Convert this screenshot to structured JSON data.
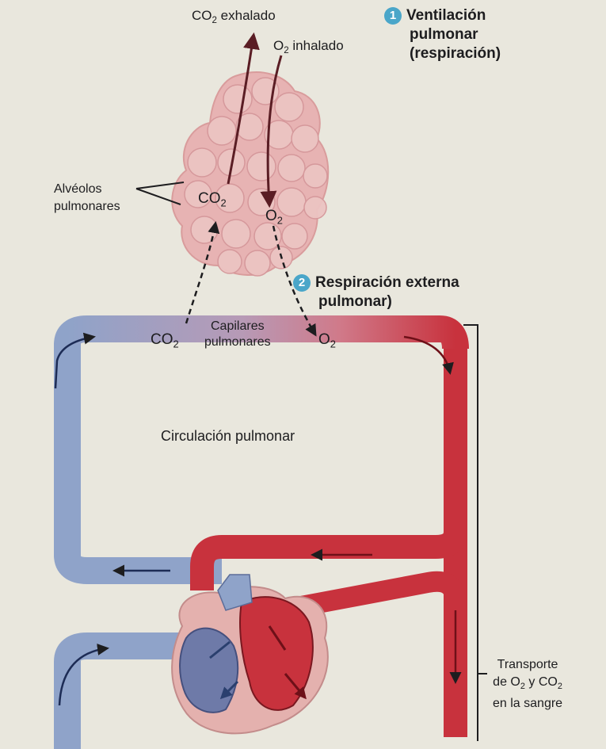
{
  "labels": {
    "co2_exhaled": "exhalado",
    "o2_inhaled": "inhalado",
    "alveoli_line1": "Alvéolos",
    "alveoli_line2": "pulmonares",
    "capillaries_line1": "Capilares",
    "capillaries_line2": "pulmonares",
    "pulmonary_circulation": "Circulación pulmonar",
    "transport_line1": "Transporte",
    "transport_line2_pre": "de O",
    "transport_line2_mid": " y CO",
    "transport_line3": "en la sangre",
    "co2": "CO",
    "o2": "O",
    "subscript": "2"
  },
  "steps": [
    {
      "number": "1",
      "line1": "Ventilación",
      "line2": "pulmonar",
      "line3": "(respiración)"
    },
    {
      "number": "2",
      "line1": "Respiración externa",
      "line2": "pulmonar)"
    }
  ],
  "colors": {
    "background": "#e9e7dd",
    "deoxygenated": "#8fa3c9",
    "oxygenated": "#c8323d",
    "alveoli": "#e9b7b5",
    "step_badge": "#4aa6c9"
  }
}
